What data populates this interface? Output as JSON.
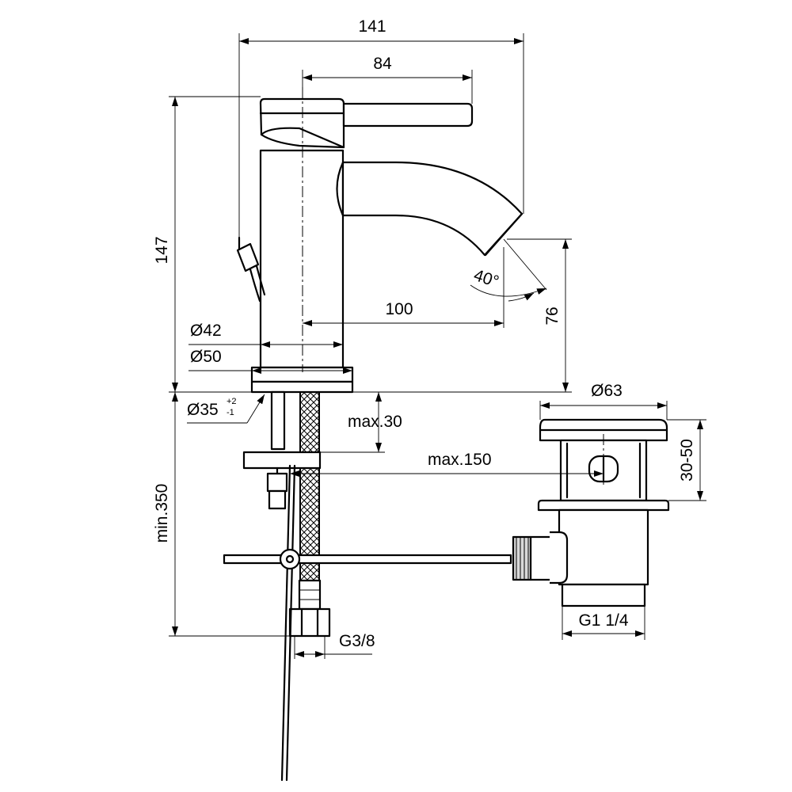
{
  "dimensions": {
    "overall_width": "141",
    "lever_length": "84",
    "total_height": "147",
    "spout_projection": "100",
    "spout_height": "76",
    "spout_angle": "40°",
    "body_diameter": "Ø42",
    "base_diameter": "Ø50",
    "hole_diameter": "Ø35",
    "hole_tol_plus": "+2",
    "hole_tol_minus": "-1",
    "max_deck_thickness": "max.30",
    "max_rod_reach": "max.150",
    "min_hose_length": "min.350",
    "hose_connection": "G3/8",
    "waste_diameter": "Ø63",
    "waste_thickness_range": "30-50",
    "waste_thread": "G1 1/4"
  }
}
